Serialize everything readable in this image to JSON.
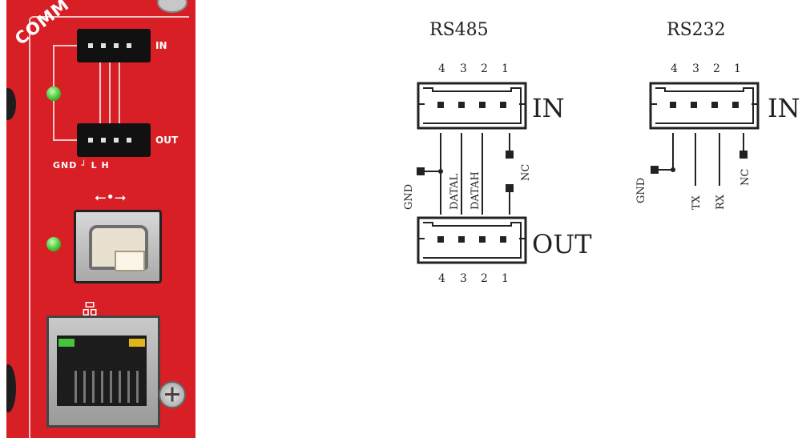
{
  "photo": {
    "panel_label": "COMM",
    "rs485_in_label": "IN",
    "rs485_out_label": "OUT",
    "bus_pin_label": "GND ┘ L  H",
    "usb_icon": "usb-icon",
    "network_icon": "network-icon",
    "colors": {
      "panel": "#d71f25",
      "led": "#49c43a",
      "rj45_led_left": "#45c43a",
      "rj45_led_right": "#e0b51c"
    }
  },
  "rs485": {
    "title": "RS485",
    "pin_numbers_top": [
      "4",
      "3",
      "2",
      "1"
    ],
    "pin_numbers_bottom": [
      "4",
      "3",
      "2",
      "1"
    ],
    "in_label": "IN",
    "out_label": "OUT",
    "signals": {
      "gnd": "GND",
      "datal": "DATAL",
      "datah": "DATAH",
      "nc": "NC"
    }
  },
  "rs232": {
    "title": "RS232",
    "pin_numbers_top": [
      "4",
      "3",
      "2",
      "1"
    ],
    "in_label": "IN",
    "signals": {
      "gnd": "GND",
      "tx": "TX",
      "rx": "RX",
      "nc": "NC"
    }
  }
}
